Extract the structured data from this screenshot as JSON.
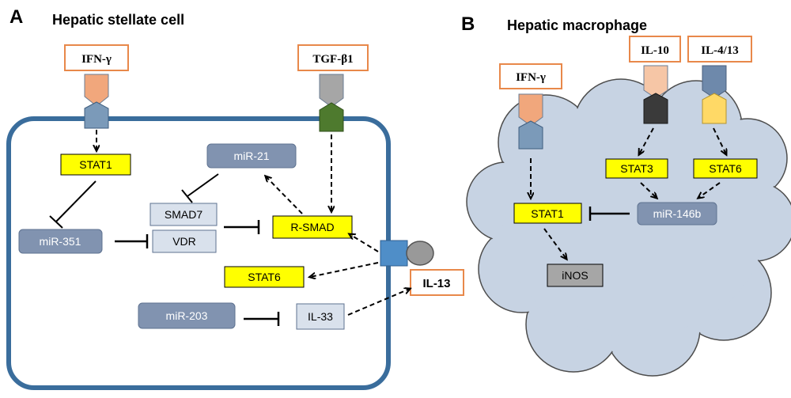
{
  "panel_a": {
    "letter": "A",
    "title": "Hepatic stellate cell",
    "ligands": {
      "ifn": "IFN-γ",
      "tgf": "TGF-β1",
      "il13": "IL-13"
    },
    "nodes": {
      "stat1": "STAT1",
      "mir351": "miR-351",
      "vdr": "VDR",
      "smad7": "SMAD7",
      "mir21": "miR-21",
      "rsmad": "R-SMAD",
      "stat6": "STAT6",
      "mir203": "miR-203",
      "il33": "IL-33"
    }
  },
  "panel_b": {
    "letter": "B",
    "title": "Hepatic macrophage",
    "ligands": {
      "ifn": "IFN-γ",
      "il10": "IL-10",
      "il413": "IL-4/13"
    },
    "nodes": {
      "stat3": "STAT3",
      "stat6": "STAT6",
      "stat1": "STAT1",
      "mir146b": "miR-146b",
      "inos": "iNOS"
    }
  },
  "colors": {
    "cell_border": "#3a6d9c",
    "mirna_fill": "#8193b0",
    "stat_fill": "#ffff00",
    "ligand_border": "#e8884a",
    "receptor_blue": "#7b9ab9",
    "tgf_receptor": "#4e7a2e",
    "macrophage_fill": "#c7d3e3"
  }
}
